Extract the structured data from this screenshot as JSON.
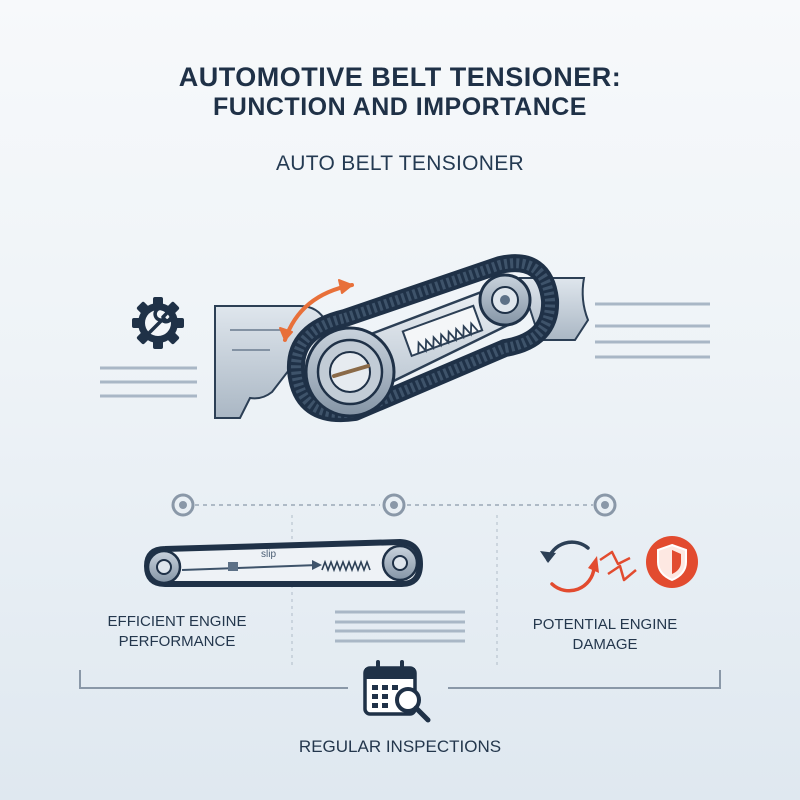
{
  "header": {
    "title_line1": "AUTOMOTIVE BELT TENSIONER:",
    "title_line2": "FUNCTION AND IMPORTANCE",
    "subtitle": "AUTO BELT TENSIONER"
  },
  "diagram": {
    "slip_label": "slip"
  },
  "sections": {
    "left_label": "EFFICIENT ENGINE PERFORMANCE",
    "left_label_line1": "EFFICIENT ENGINE",
    "left_label_line2": "PERFORMANCE",
    "right_label_line1": "POTENTIAL ENGINE",
    "right_label_line2": "DAMAGE",
    "bottom_label": "REGULAR INSPECTIONS"
  },
  "icons": {
    "gear": "gear-wrench-icon",
    "arrow": "rotation-arrow-icon",
    "cycle": "cycle-arrows-icon",
    "shield": "shield-icon",
    "calendar": "calendar-search-icon"
  },
  "colors": {
    "accent_orange": "#e8703a",
    "accent_red": "#e24b2f",
    "navy": "#1f3147",
    "steel": "#5d7187"
  }
}
